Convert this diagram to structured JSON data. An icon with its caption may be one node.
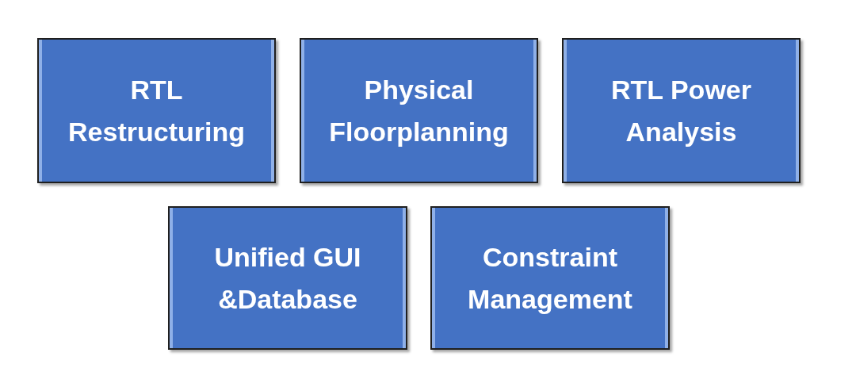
{
  "diagram": {
    "nodes": [
      {
        "text": [
          "RTL Restructuring"
        ]
      },
      {
        "text": [
          "Physical Floorplanning"
        ]
      },
      {
        "text": [
          "RTL Power Analysis"
        ]
      },
      {
        "text": [
          "Unified GUI &Database"
        ]
      },
      {
        "text": [
          "Constraint Management"
        ]
      }
    ]
  }
}
